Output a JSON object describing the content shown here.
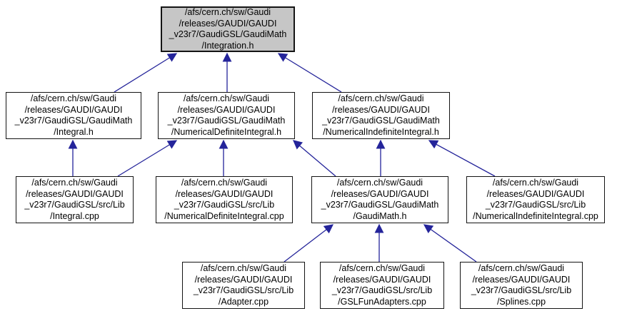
{
  "diagram": {
    "kind": "include-dependency-graph",
    "colors": {
      "edge": "#24249a",
      "node_fill": "#ffffff",
      "current_node_fill": "#c6c6c6",
      "node_border": "#141414",
      "background": "#ffffff"
    },
    "nodes": [
      {
        "id": "integration-h",
        "kind": "current",
        "label": "/afs/cern.ch/sw/Gaudi\n/releases/GAUDI/GAUDI\n_v23r7/GaudiGSL/GaudiMath\n/Integration.h"
      },
      {
        "id": "integral-h",
        "kind": "normal",
        "label": "/afs/cern.ch/sw/Gaudi\n/releases/GAUDI/GAUDI\n_v23r7/GaudiGSL/GaudiMath\n/Integral.h"
      },
      {
        "id": "numericaldefiniteintegral-h",
        "kind": "normal",
        "label": "/afs/cern.ch/sw/Gaudi\n/releases/GAUDI/GAUDI\n_v23r7/GaudiGSL/GaudiMath\n/NumericalDefiniteIntegral.h"
      },
      {
        "id": "numericalindefiniteintegral-h",
        "kind": "normal",
        "label": "/afs/cern.ch/sw/Gaudi\n/releases/GAUDI/GAUDI\n_v23r7/GaudiGSL/GaudiMath\n/NumericalIndefiniteIntegral.h"
      },
      {
        "id": "integral-cpp",
        "kind": "normal",
        "label": "/afs/cern.ch/sw/Gaudi\n/releases/GAUDI/GAUDI\n_v23r7/GaudiGSL/src/Lib\n/Integral.cpp"
      },
      {
        "id": "numericaldefiniteintegral-cpp",
        "kind": "normal",
        "label": "/afs/cern.ch/sw/Gaudi\n/releases/GAUDI/GAUDI\n_v23r7/GaudiGSL/src/Lib\n/NumericalDefiniteIntegral.cpp"
      },
      {
        "id": "gaudimath-h",
        "kind": "normal",
        "label": "/afs/cern.ch/sw/Gaudi\n/releases/GAUDI/GAUDI\n_v23r7/GaudiGSL/GaudiMath\n/GaudiMath.h"
      },
      {
        "id": "numericalindefiniteintegral-cpp",
        "kind": "normal",
        "label": "/afs/cern.ch/sw/Gaudi\n/releases/GAUDI/GAUDI\n_v23r7/GaudiGSL/src/Lib\n/NumericalIndefiniteIntegral.cpp"
      },
      {
        "id": "adapter-cpp",
        "kind": "normal",
        "label": "/afs/cern.ch/sw/Gaudi\n/releases/GAUDI/GAUDI\n_v23r7/GaudiGSL/src/Lib\n/Adapter.cpp"
      },
      {
        "id": "gslfunadapters-cpp",
        "kind": "normal",
        "label": "/afs/cern.ch/sw/Gaudi\n/releases/GAUDI/GAUDI\n_v23r7/GaudiGSL/src/Lib\n/GSLFunAdapters.cpp"
      },
      {
        "id": "splines-cpp",
        "kind": "normal",
        "label": "/afs/cern.ch/sw/Gaudi\n/releases/GAUDI/GAUDI\n_v23r7/GaudiGSL/src/Lib\n/Splines.cpp"
      }
    ],
    "edges": [
      {
        "from": "integral-h",
        "to": "integration-h"
      },
      {
        "from": "numericaldefiniteintegral-h",
        "to": "integration-h"
      },
      {
        "from": "numericalindefiniteintegral-h",
        "to": "integration-h"
      },
      {
        "from": "integral-cpp",
        "to": "integral-h"
      },
      {
        "from": "integral-cpp",
        "to": "numericaldefiniteintegral-h"
      },
      {
        "from": "numericaldefiniteintegral-cpp",
        "to": "numericaldefiniteintegral-h"
      },
      {
        "from": "gaudimath-h",
        "to": "numericaldefiniteintegral-h"
      },
      {
        "from": "gaudimath-h",
        "to": "numericalindefiniteintegral-h"
      },
      {
        "from": "numericalindefiniteintegral-cpp",
        "to": "numericalindefiniteintegral-h"
      },
      {
        "from": "adapter-cpp",
        "to": "gaudimath-h"
      },
      {
        "from": "gslfunadapters-cpp",
        "to": "gaudimath-h"
      },
      {
        "from": "splines-cpp",
        "to": "gaudimath-h"
      }
    ]
  }
}
